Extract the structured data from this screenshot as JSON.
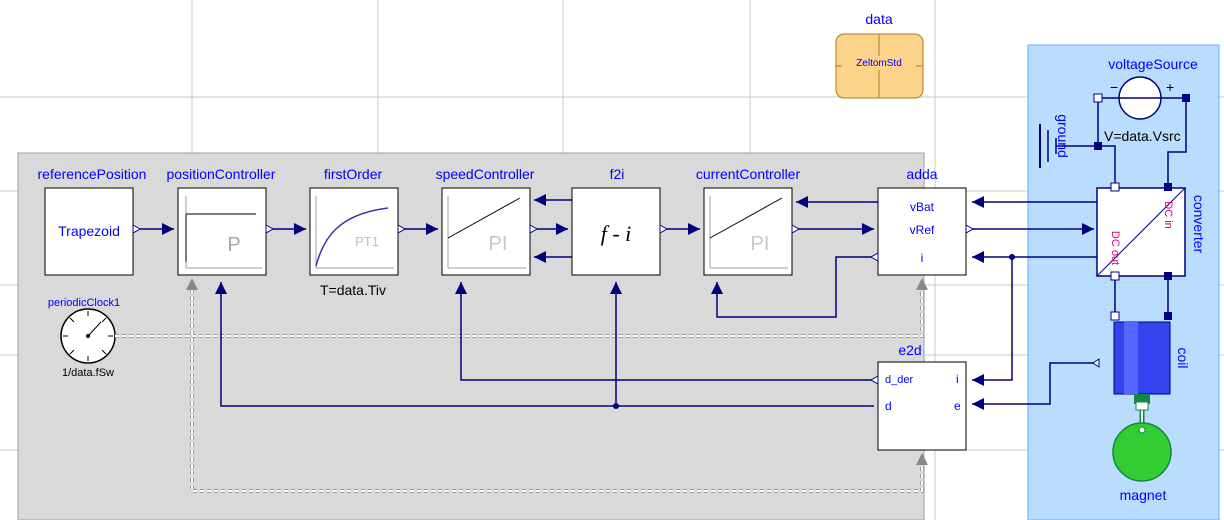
{
  "blocks": {
    "referencePosition": {
      "name": "referencePosition",
      "text": "Trapezoid"
    },
    "positionController": {
      "name": "positionController",
      "text": "P"
    },
    "firstOrder": {
      "name": "firstOrder",
      "text": "PT1",
      "param": "T=data.Tiv"
    },
    "speedController": {
      "name": "speedController",
      "text": "PI"
    },
    "f2i": {
      "name": "f2i",
      "text": "f - i"
    },
    "currentController": {
      "name": "currentController",
      "text": "PI"
    },
    "adda": {
      "name": "adda",
      "ports": [
        "vBat",
        "vRef",
        "i"
      ]
    },
    "e2d": {
      "name": "e2d",
      "ports": [
        "d_der",
        "d",
        "i",
        "e"
      ]
    },
    "periodicClock": {
      "name": "periodicClock1",
      "param": "1/data.fSw"
    },
    "data": {
      "name": "data",
      "text": "ZeltomStd"
    },
    "voltageSource": {
      "name": "voltageSource",
      "param": "V=data.Vsrc",
      "minus": "−",
      "plus": "+"
    },
    "ground": {
      "name": "ground"
    },
    "converter": {
      "name": "converter",
      "dc_in": "DC in",
      "dc_out": "DC out"
    },
    "coil": {
      "name": "coil"
    },
    "magnet": {
      "name": "magnet"
    }
  },
  "colors": {
    "subsystem_bg": "#d9d9d9",
    "physical_bg": "#b9dcff",
    "label_blue": "#0000ff",
    "connection": "#00007f",
    "clock_gray": "#9a9a9a",
    "data_fill": "#fbd38a",
    "coil_blue": "#3344ee",
    "magnet_green": "#33cc33"
  }
}
